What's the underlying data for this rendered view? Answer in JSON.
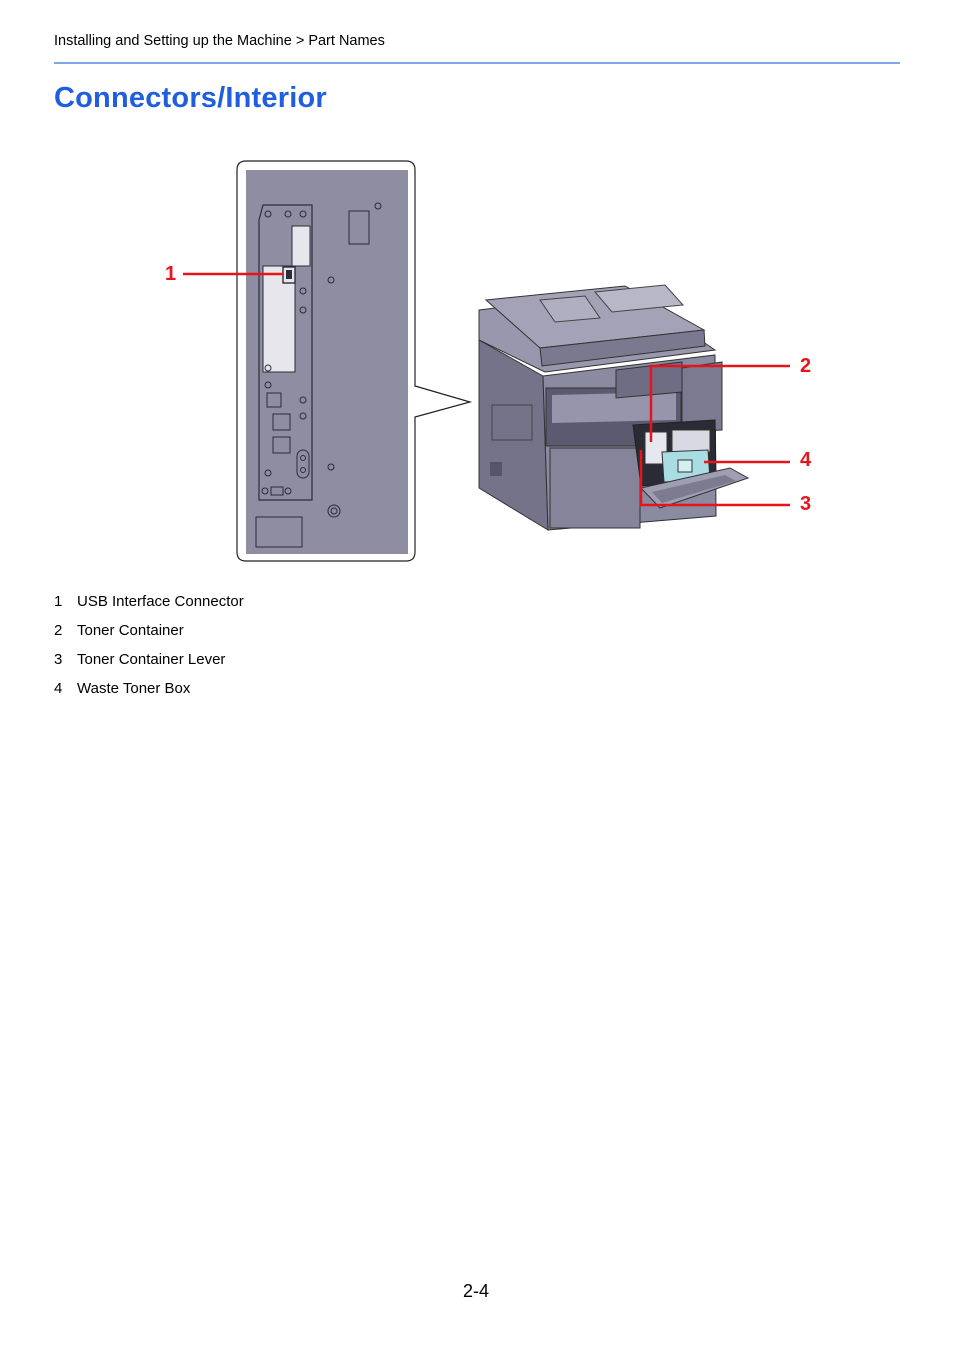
{
  "header": {
    "breadcrumb": "Installing and Setting up the Machine > Part Names"
  },
  "page": {
    "title": "Connectors/Interior",
    "number": "2-4"
  },
  "figure": {
    "callouts": [
      "1",
      "2",
      "4",
      "3"
    ],
    "callout_color": "#e8141c"
  },
  "legend": [
    {
      "num": "1",
      "label": "USB Interface Connector"
    },
    {
      "num": "2",
      "label": "Toner Container"
    },
    {
      "num": "3",
      "label": "Toner Container Lever"
    },
    {
      "num": "4",
      "label": "Waste Toner Box"
    }
  ],
  "colors": {
    "title": "#1f5ee0",
    "rule": "#7fa6e6",
    "panel": "#8e8da1"
  }
}
